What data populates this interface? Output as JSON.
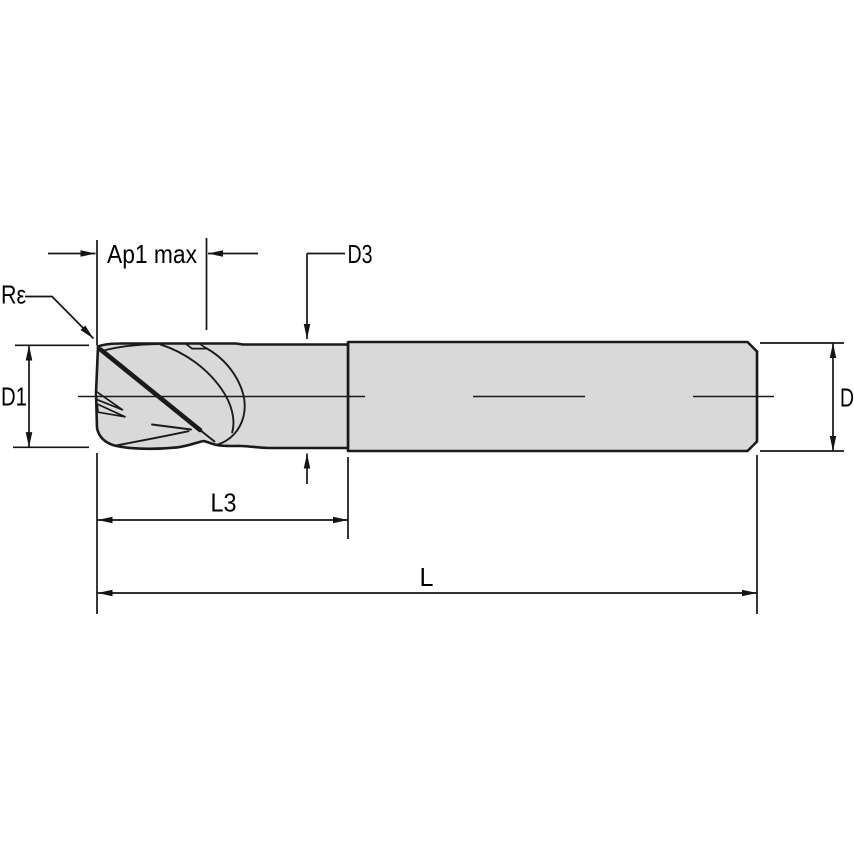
{
  "drawing": {
    "labels": {
      "ap1_max": "Ap1 max",
      "corner_radius": "Rε",
      "neck_diameter": "D3",
      "cutting_diameter": "D1",
      "shank_diameter": "D",
      "reach_length": "L3",
      "overall_length": "L"
    },
    "colors": {
      "background": "#ffffff",
      "tool_fill": "#d9d9d9",
      "line": "#1a1a1a",
      "text": "#000000"
    }
  }
}
